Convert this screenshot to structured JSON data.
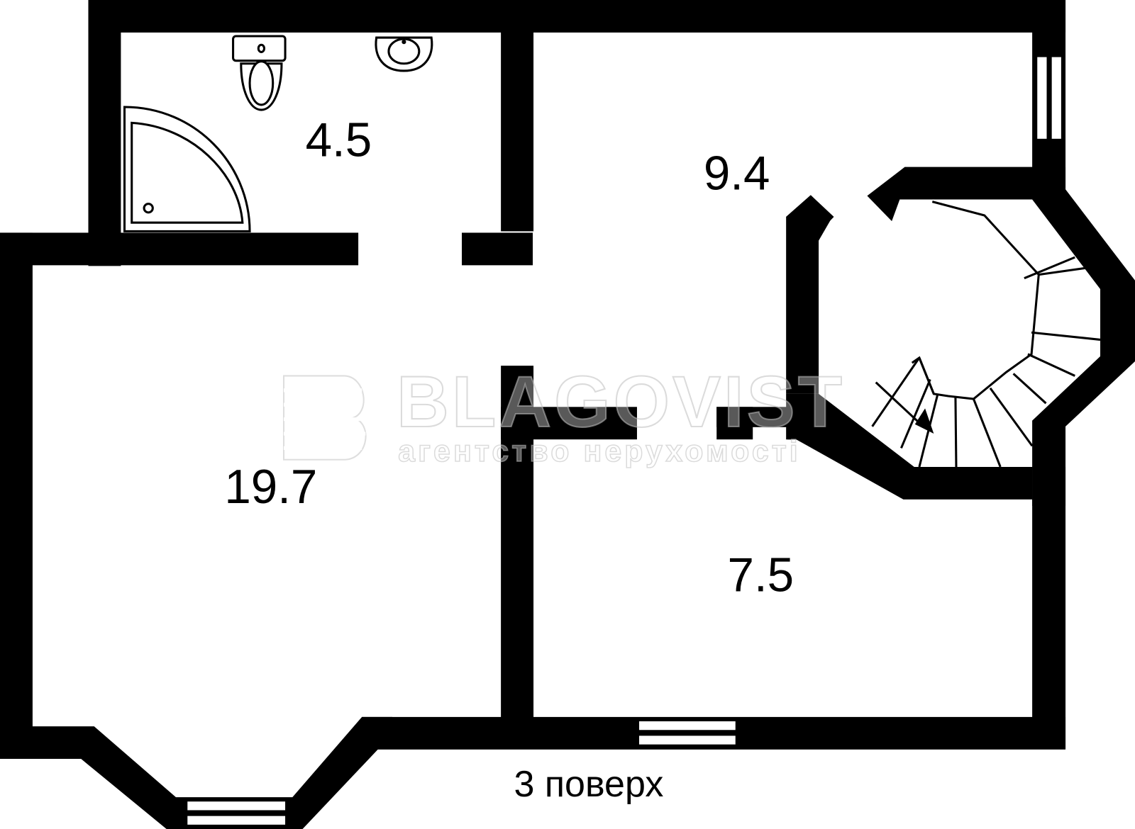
{
  "plan": {
    "floor_label": "3 поверх",
    "rooms": [
      {
        "id": "bathroom",
        "area": "4.5"
      },
      {
        "id": "hall",
        "area": "9.4"
      },
      {
        "id": "large-room",
        "area": "19.7"
      },
      {
        "id": "small-room",
        "area": "7.5"
      }
    ],
    "watermark": {
      "brand": "BLAGOVIST",
      "tagline": "агентство нерухомості",
      "logo_icon": "b-striped-logo-icon"
    },
    "fixtures": [
      "toilet-icon",
      "sink-icon",
      "corner-bathtub-icon",
      "spiral-staircase-icon"
    ],
    "colors": {
      "wall": "#000000",
      "background": "#ffffff",
      "watermark": "#bdbdbd"
    }
  }
}
